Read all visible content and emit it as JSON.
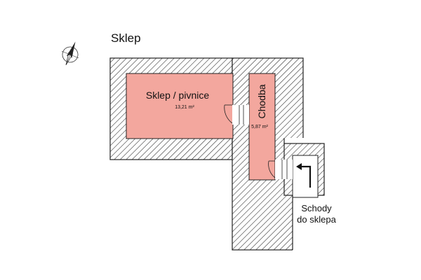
{
  "floor": {
    "title": "Sklep"
  },
  "rooms": [
    {
      "name": "Sklep / pivnice",
      "area": "13,21 m²"
    },
    {
      "name": "Chodba",
      "area": "5,87 m²"
    }
  ],
  "stairs": {
    "line1": "Schody",
    "line2": "do sklepa"
  },
  "compass": {
    "icon": "north-arrow-icon"
  },
  "colors": {
    "room_fill": "#f3a79e",
    "wall_hatch": "#222222",
    "text": "#111111"
  }
}
